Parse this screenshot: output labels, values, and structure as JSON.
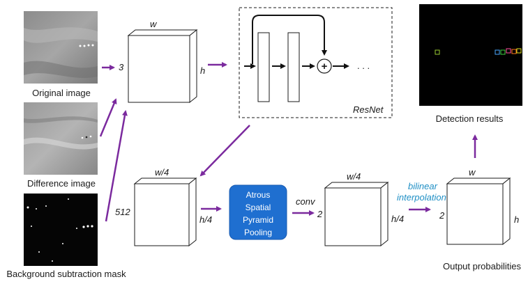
{
  "inputs": {
    "original_label": "Original image",
    "difference_label": "Difference image",
    "mask_label": "Background subtraction mask"
  },
  "input_cube": {
    "w": "w",
    "h": "h",
    "d": "3"
  },
  "resnet": {
    "label": "ResNet",
    "plus": "+",
    "dots": ". . ."
  },
  "feature_cube": {
    "w": "w/4",
    "h": "h/4",
    "d": "512"
  },
  "aspp": {
    "line1": "Atrous",
    "line2": "Spatial",
    "line3": "Pyramid",
    "line4": "Pooling"
  },
  "conv_label": "conv",
  "conv_cube": {
    "w": "w/4",
    "h": "h/4",
    "d": "2"
  },
  "interp": {
    "line1": "bilinear",
    "line2": "interpolation"
  },
  "output_cube": {
    "w": "w",
    "h": "h",
    "d": "2"
  },
  "output_label": "Output probabilities",
  "detection_label": "Detection results",
  "colors": {
    "arrow": "#7b2a9e",
    "aspp": "#1f6fd0",
    "interp_text": "#1f8fc5"
  }
}
